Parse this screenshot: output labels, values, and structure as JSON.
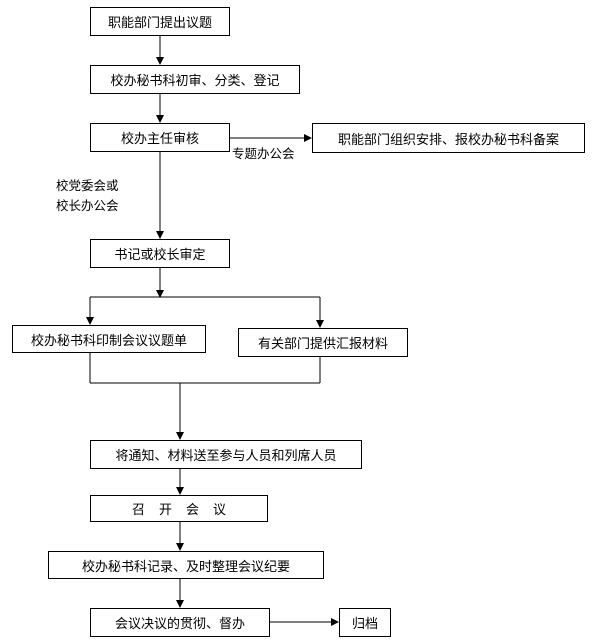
{
  "nodes": {
    "n1": "职能部门提出议题",
    "n2": "校办秘书科初审、分类、登记",
    "n3": "校办主任审核",
    "n4": "职能部门组织安排、报校办秘书科备案",
    "n5": "书记或校长审定",
    "n6": "校办秘书科印制会议议题单",
    "n7": "有关部门提供汇报材料",
    "n8": "将通知、材料送至参与人员和列席人员",
    "n9": "召开会议",
    "n10": "校办秘书科记录、及时整理会议纪要",
    "n11": "会议决议的贯彻、督办",
    "n12": "归档"
  },
  "edge_labels": {
    "special_meeting": "专题办公会",
    "party_meeting_line1": "校党委会或",
    "party_meeting_line2": "校长办公会"
  },
  "colors": {
    "line": "#000000",
    "box_border": "#000000",
    "background": "#ffffff"
  }
}
